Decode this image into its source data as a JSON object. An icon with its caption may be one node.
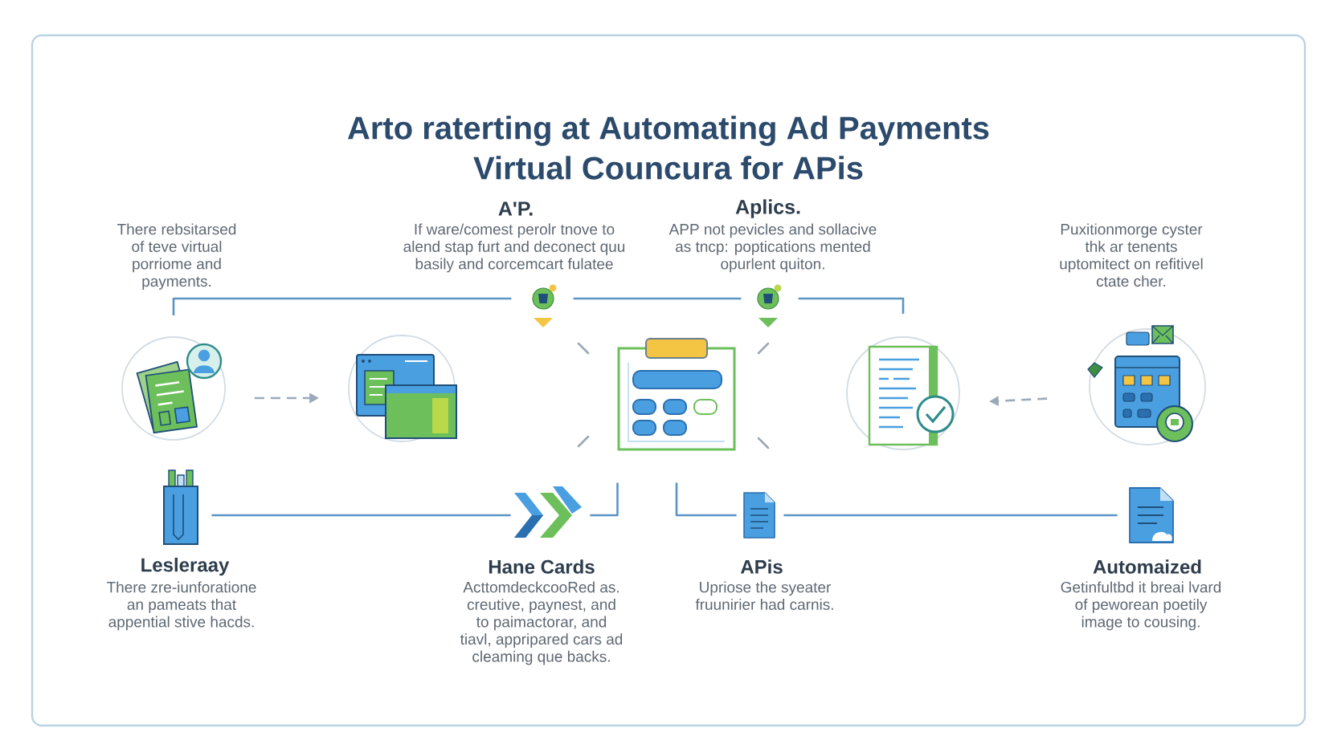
{
  "diagram": {
    "title": "Arto raterting at Automating Ad Payments Virtual Councura for APis",
    "nodes": [
      {
        "text": [],
        "shape": "picture"
      },
      {
        "text": [],
        "shape": "picture"
      },
      {
        "text": [],
        "shape": "picture",
        "beside": [
          "A'P.",
          "If ware/comest perolr tnove to alend stap furt and deconect quu basily and corcemcart fulatee"
        ]
      },
      {
        "text": [],
        "shape": "picture"
      },
      {
        "text": [],
        "shape": "picture",
        "beside": [
          "Aplics.",
          "APP not pevicles and sollacive as tncp: poptications mented opurlent quiton."
        ]
      },
      {
        "text": [],
        "shape": "picture"
      },
      {
        "text": [],
        "shape": "picture",
        "beside": [
          "Puxitionmorge cyster thk ar tenents uptomitect on refitivel ctate cher."
        ]
      },
      {
        "text": [],
        "shape": "picture",
        "beside": [
          "Lesleraay",
          "There zre-iunforatione an pameats that appential stive hacds."
        ]
      },
      {
        "text": [],
        "shape": "picture",
        "beside": [
          "Hane Cards",
          "ActtomdeckcooRed as. creutive, paynest, and to paimactorar, and tiavl, appripared cars ad cleaming que backs."
        ]
      },
      {
        "text": [],
        "shape": "picture",
        "beside": [
          "APis",
          "Upriose the syeater fruunirier had carnis."
        ]
      },
      {
        "text": [],
        "shape": "picture",
        "beside": [
          "Automaized",
          "Getinfultbd it breai lvard of peworean poetily image to cousing."
        ]
      }
    ],
    "edges": [
      {
        "from": 0,
        "to": 2,
        "arrow": "none"
      },
      {
        "from": 2,
        "to": 4,
        "arrow": "none"
      },
      {
        "from": 4,
        "to": 5,
        "arrow": "none"
      },
      {
        "from": 0,
        "to": 1,
        "arrow": "to",
        "style": "dashed",
        "color": "#9aaabb"
      },
      {
        "from": 6,
        "to": 5,
        "arrow": "to",
        "style": "dashed",
        "color": "#9aaabb"
      },
      {
        "from": 7,
        "to": 8,
        "arrow": "none"
      },
      {
        "from": 8,
        "to": 3,
        "arrow": "none"
      },
      {
        "from": 3,
        "to": 9,
        "arrow": "none"
      },
      {
        "from": 9,
        "to": 10,
        "arrow": "none"
      }
    ],
    "labels": [
      "There rebsitarsed of teve virtual porriome and payments."
    ]
  }
}
